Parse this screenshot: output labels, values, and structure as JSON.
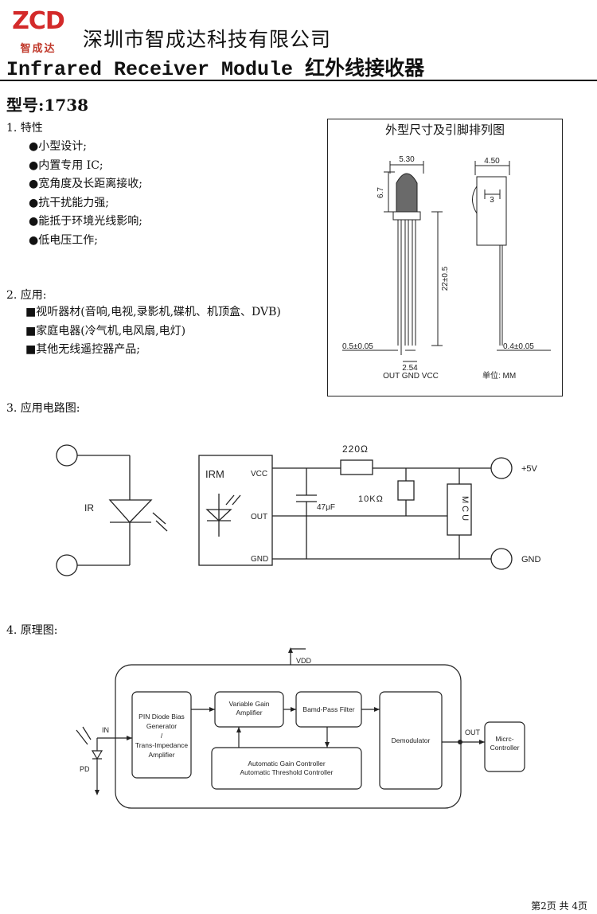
{
  "header": {
    "logo_text": "ZCD",
    "logo_subtext": "智成达",
    "company_name": "深圳市智成达科技有限公司",
    "product_title_en": "Infrared Receiver Module",
    "product_title_cn": "红外线接收器",
    "model_label": "型号:1738"
  },
  "features": {
    "heading": "1.  特性",
    "items": [
      "●小型设计;",
      "●内置专用 IC;",
      "●宽角度及长距离接收;",
      "●抗干扰能力强;",
      "●能抵于环境光线影响;",
      "●低电压工作;"
    ]
  },
  "applications": {
    "heading": "2.  应用:",
    "items": [
      "■视听器材(音响,电视,录影机,碟机、机顶盒、DVB)",
      "■家庭电器(冷气机,电风扇,电灯)",
      "■其他无线遥控器产品;"
    ]
  },
  "dimension_drawing": {
    "title": "外型尺寸及引脚排列图",
    "labels": {
      "width": "5.30",
      "height": "6.7",
      "lead_length": "22±0.5",
      "lead_width": "0.5±0.05",
      "pitch": "2.54",
      "side_width": "4.50",
      "side_inner": "3",
      "side_lead": "0.4±0.05",
      "pins": "OUT GND VCC",
      "unit": "单位: MM"
    }
  },
  "circuit": {
    "heading": "3.  应用电路图:",
    "labels": {
      "ir": "IR",
      "irm": "IRM",
      "vcc": "VCC",
      "out": "OUT",
      "gnd": "GND",
      "resistor1": "220Ω",
      "resistor2": "10KΩ",
      "capacitor": "47μF",
      "mcu": "MCU",
      "plus5v": "+5V",
      "gnd_terminal": "GND"
    }
  },
  "block_diagram": {
    "heading": "4.  原理图:",
    "labels": {
      "vdd": "VDD",
      "in": "IN",
      "pd": "PD",
      "pin_diode": "PIN Diode Bias Generator / Trans-Impedance Amplifier",
      "pin_line1": "PIN Diode Bias",
      "pin_line2": "Generator",
      "pin_line3": "/",
      "pin_line4": "Trans-Impedance",
      "pin_line5": "Amplifier",
      "vga_line1": "Variable Gain",
      "vga_line2": "Amplifier",
      "bpf": "Bamd-Pass Filter",
      "agc_line1": "Automatic Gain Controller",
      "agc_line2": "Automatic Threshold Controller",
      "demod": "Demodulator",
      "out": "OUT",
      "mcu_line1": "Micrc-",
      "mcu_line2": "Controller"
    }
  },
  "footer": {
    "page_number": "第2页 共 4页"
  },
  "colors": {
    "logo_red": "#d32a2a",
    "ink": "#111111"
  }
}
